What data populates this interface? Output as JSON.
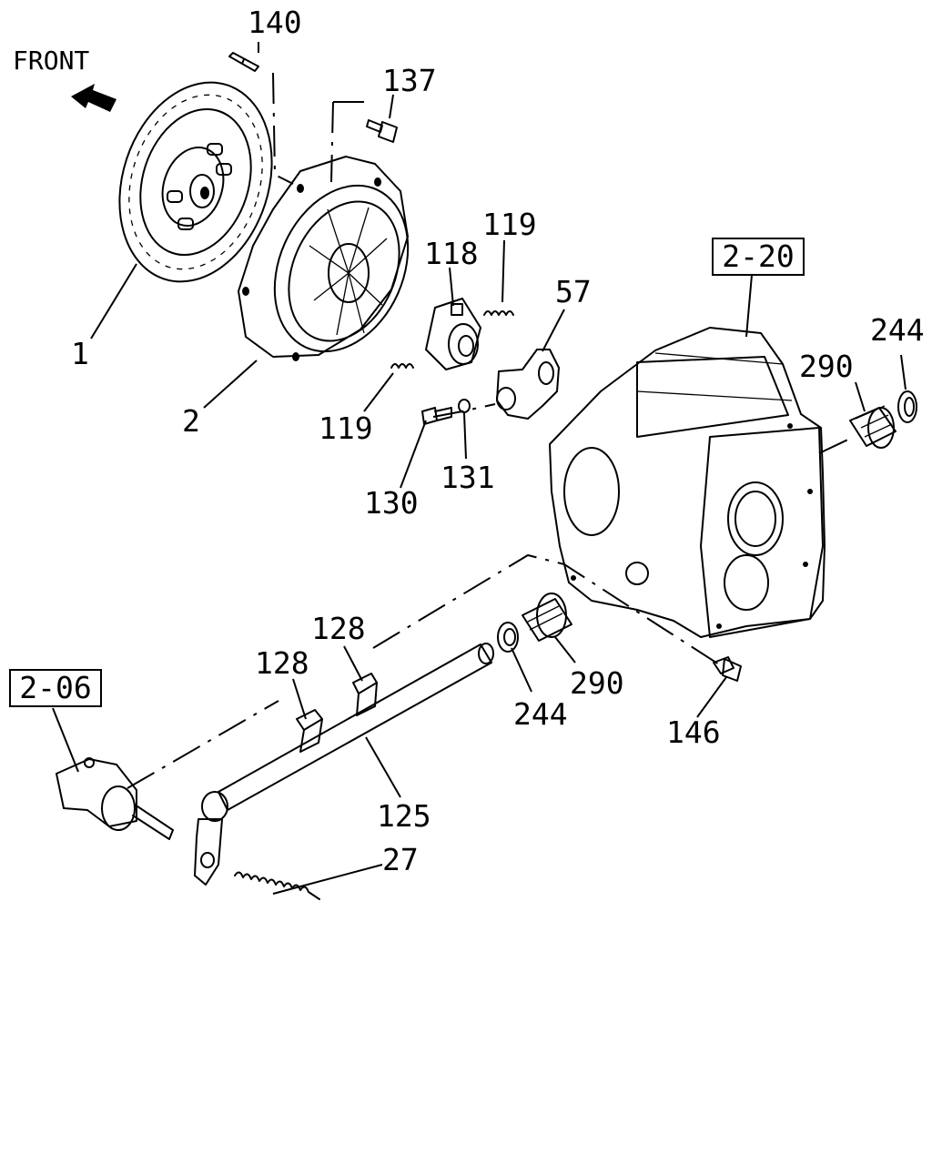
{
  "front_label": "FRONT",
  "ref_boxes": {
    "gear_housing": "2-20",
    "cylinder": "2-06"
  },
  "callouts": {
    "p1": "1",
    "p2": "2",
    "p27": "27",
    "p57": "57",
    "p118": "118",
    "p119_top": "119",
    "p119_bottom": "119",
    "p125": "125",
    "p128_left": "128",
    "p128_right": "128",
    "p130": "130",
    "p131": "131",
    "p137": "137",
    "p140": "140",
    "p146": "146",
    "p244_top": "244",
    "p244_bottom": "244",
    "p290_top": "290",
    "p290_bottom": "290"
  }
}
